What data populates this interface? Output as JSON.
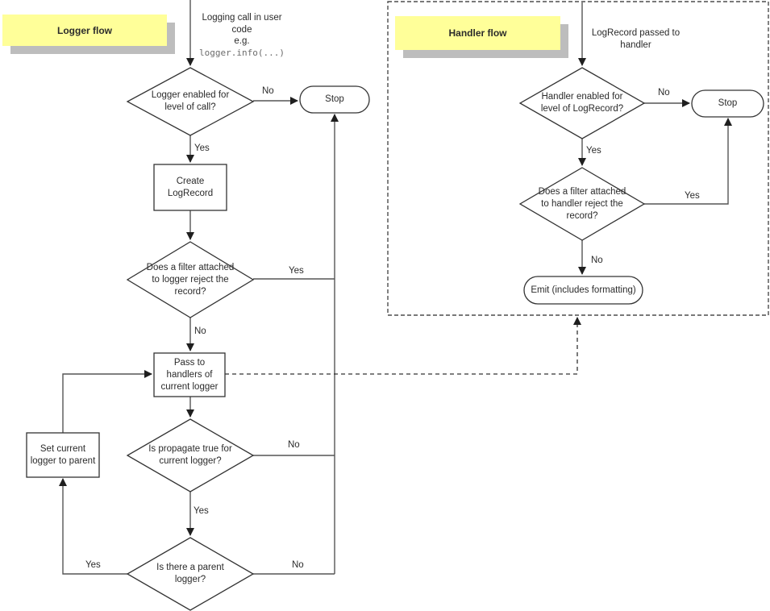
{
  "colors": {
    "note_bg": "#ffff99",
    "note_shadow": "#bdbdbd",
    "connector": "#555555",
    "shape_stroke": "#333333",
    "code_text": "#6b6b6b"
  },
  "logger_flow": {
    "title": "Logger flow",
    "entry_lines": "Logging call in user\ncode\ne.g.",
    "entry_code": "logger.info(...)",
    "decision_level": "Logger enabled for\nlevel of call?",
    "stop": "Stop",
    "create_box": "Create\nLogRecord",
    "decision_filter": "Does a filter attached\nto logger reject the\nrecord?",
    "pass_box": "Pass to\nhandlers of\ncurrent logger",
    "decision_propagate": "Is propagate true for\ncurrent logger?",
    "set_box": "Set current\nlogger to parent",
    "decision_parent": "Is there a parent\nlogger?",
    "labels": {
      "level_no": "No",
      "level_yes": "Yes",
      "filter_yes": "Yes",
      "filter_no": "No",
      "propagate_no": "No",
      "propagate_yes": "Yes",
      "parent_yes": "Yes",
      "parent_no": "No"
    }
  },
  "handler_flow": {
    "title": "Handler flow",
    "entry": "LogRecord passed to\nhandler",
    "decision_level": "Handler enabled for\nlevel of LogRecord?",
    "stop": "Stop",
    "decision_filter": "Does a filter attached\nto handler reject the\nrecord?",
    "emit": "Emit (includes formatting)",
    "labels": {
      "level_no": "No",
      "level_yes": "Yes",
      "filter_yes": "Yes",
      "filter_no": "No"
    }
  }
}
